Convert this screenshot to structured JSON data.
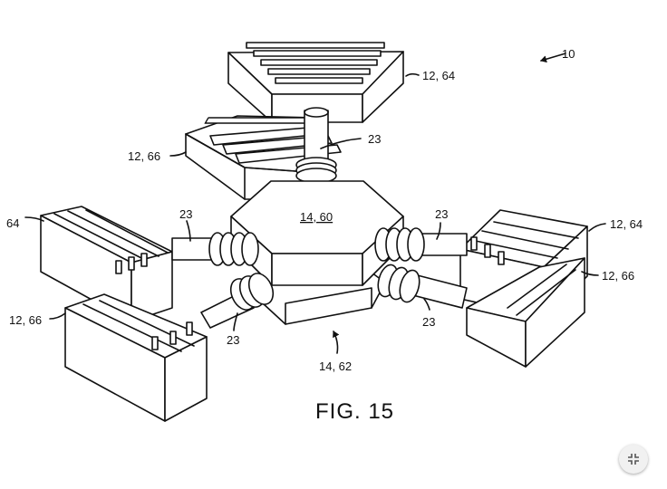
{
  "figure": {
    "caption": "FIG. 15"
  },
  "labels": {
    "assembly": "10",
    "top_module": "12, 64",
    "upper_left_module": "12, 66",
    "left_module": "64",
    "lower_left_module": "12, 66",
    "right_module": "12, 64",
    "lower_right_module": "12, 66",
    "hub_top": "14, 60",
    "hub_bottom": "14, 62",
    "conn_top": "23",
    "conn_left": "23",
    "conn_lower_left": "23",
    "conn_right": "23",
    "conn_lower_right": "23"
  },
  "controls": {
    "fullscreen_icon": "exit-fullscreen-icon"
  }
}
